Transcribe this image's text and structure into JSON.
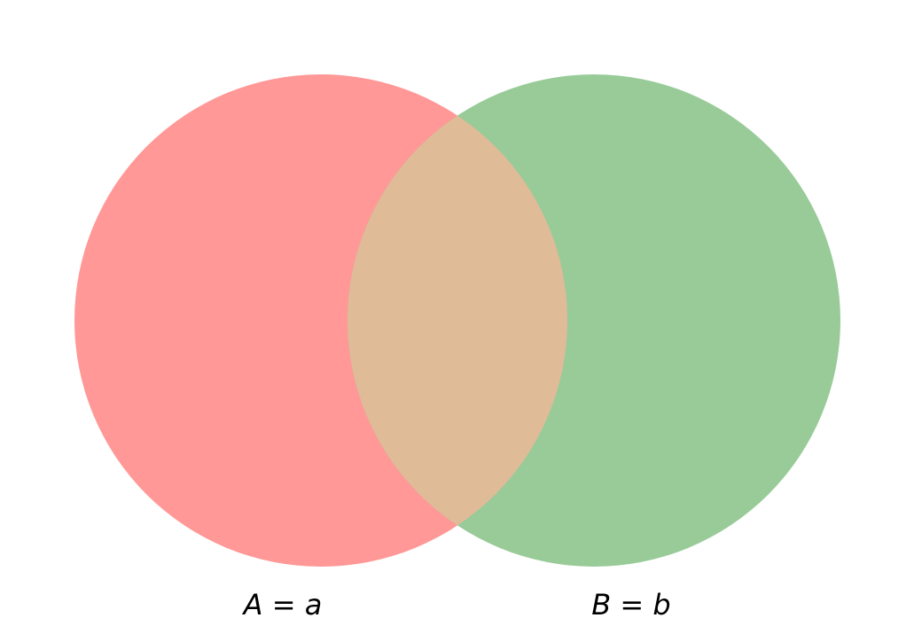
{
  "venn": {
    "sets": [
      {
        "id": "A",
        "label_var": "A",
        "label_eq": " = ",
        "label_val": "a",
        "color": "#ff9896"
      },
      {
        "id": "B",
        "label_var": "B",
        "label_eq": " = ",
        "label_val": "b",
        "color": "#98cb98"
      }
    ],
    "overlap_color": "#dfbb98"
  }
}
